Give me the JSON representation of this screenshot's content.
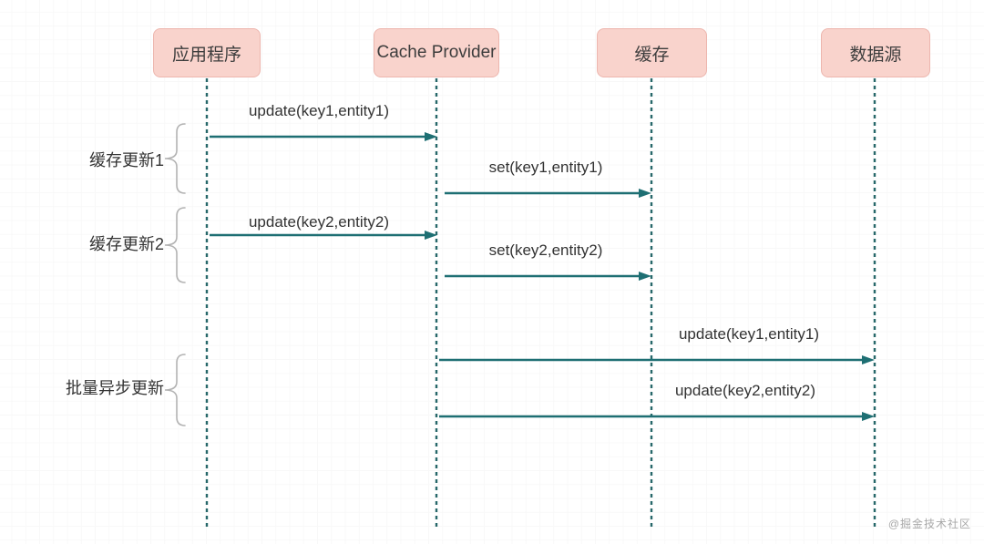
{
  "diagram": {
    "type": "sequence-diagram",
    "actors": [
      {
        "id": "app",
        "label": "应用程序"
      },
      {
        "id": "cache-provider",
        "label": "Cache Provider"
      },
      {
        "id": "cache",
        "label": "缓存"
      },
      {
        "id": "datasource",
        "label": "数据源"
      }
    ],
    "groups": [
      {
        "label": "缓存更新1"
      },
      {
        "label": "缓存更新2"
      },
      {
        "label": "批量异步更新"
      }
    ],
    "messages": [
      {
        "from": "应用程序",
        "to": "Cache Provider",
        "label": "update(key1,entity1)",
        "group": "缓存更新1"
      },
      {
        "from": "Cache Provider",
        "to": "缓存",
        "label": "set(key1,entity1)",
        "group": "缓存更新1"
      },
      {
        "from": "应用程序",
        "to": "Cache Provider",
        "label": "update(key2,entity2)",
        "group": "缓存更新2"
      },
      {
        "from": "Cache Provider",
        "to": "缓存",
        "label": "set(key2,entity2)",
        "group": "缓存更新2"
      },
      {
        "from": "Cache Provider",
        "to": "数据源",
        "label": "update(key1,entity1)",
        "group": "批量异步更新"
      },
      {
        "from": "Cache Provider",
        "to": "数据源",
        "label": "update(key2,entity2)",
        "group": "批量异步更新"
      }
    ],
    "watermark": "@掘金技术社区",
    "colors": {
      "actor_fill": "#f9d3cc",
      "actor_border": "#edb6ae",
      "arrow": "#1e6f73",
      "lifeline": "#27686a",
      "text": "#333333",
      "brace": "#b3b3b3",
      "watermark": "#a8a8a8"
    }
  }
}
